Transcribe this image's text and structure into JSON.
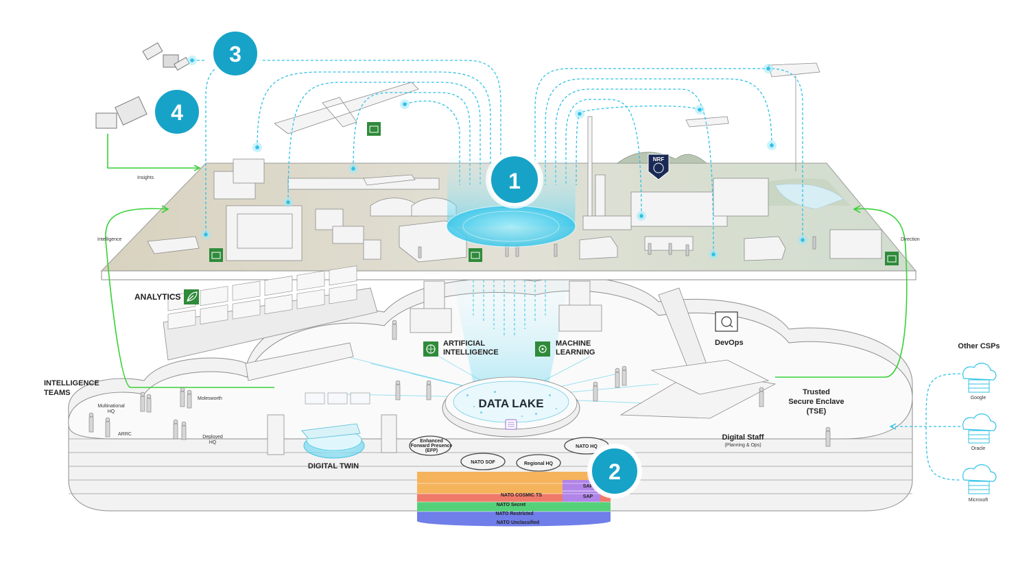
{
  "colors": {
    "accent": "#17a3c7",
    "dash": "#2ec1e6",
    "green_flow": "#35d135",
    "aws_green": "#2f8a3a",
    "band_cosmic": "#f5b35c",
    "band_secret": "#f07a6a",
    "band_restricted": "#55d07a",
    "band_unclassified": "#6f7ee8",
    "band_sap": "#b184e8"
  },
  "steps": {
    "one": "1",
    "two": "2",
    "three": "3",
    "four": "4"
  },
  "flows": {
    "insights": "Insights",
    "intelligence": "Intelligence",
    "direction": "Direction"
  },
  "analytics": {
    "label": "ANALYTICS",
    "icon": "leaf-icon"
  },
  "ai": {
    "line1": "ARTIFICIAL",
    "line2": "INTELLIGENCE",
    "icon": "brain-icon"
  },
  "ml": {
    "line1": "MACHINE",
    "line2": "LEARNING",
    "icon": "chip-icon"
  },
  "devops": {
    "label": "DevOps",
    "icon": "loop-icon"
  },
  "data_lake": {
    "label": "DATA LAKE",
    "icon": "database-icon"
  },
  "digital_twin": {
    "label": "DIGITAL TWIN"
  },
  "digital_staff": {
    "label": "Digital Staff",
    "sub": "(Planning & Ops)"
  },
  "tse": {
    "line1": "Trusted",
    "line2": "Secure Enclave",
    "line3": "(TSE)"
  },
  "intel_teams": {
    "line1": "INTELLIGENCE",
    "line2": "TEAMS",
    "multinational_line1": "Multinational",
    "multinational_line2": "HQ",
    "molesworth": "Molesworth",
    "arrc": "ARRC",
    "deployed_line1": "Deployed",
    "deployed_line2": "HQ"
  },
  "pods": {
    "efp_line1": "Enhanced",
    "efp_line2": "Forward Presence",
    "efp_line3": "(EFP)",
    "nato_sof": "NATO SOF",
    "regional_hq": "Regional HQ",
    "nato_hq": "NATO HQ"
  },
  "bands": {
    "cosmic": "NATO  COSMIC TS",
    "secret": "NATO Secret",
    "restricted": "NATO Restricted",
    "unclassified": "NATO Unclassified",
    "sap_upper": "SAP",
    "sap_lower": "SAP"
  },
  "nrf": {
    "label": "NRF"
  },
  "other_csps": {
    "title": "Other CSPs",
    "google": "Google",
    "oracle": "Oracle",
    "microsoft": "Microsoft",
    "icon": "cloud-server-icon"
  }
}
